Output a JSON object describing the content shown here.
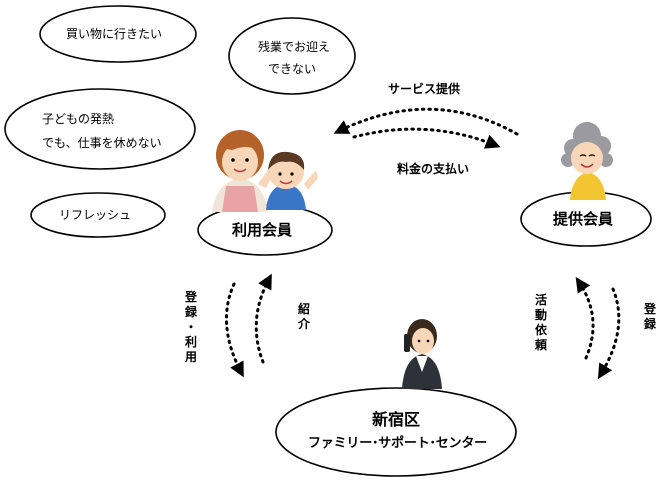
{
  "bubbles": {
    "shopping": "買い物に行きたい",
    "overtime_line1": "残業でお迎え",
    "overtime_line2": "できない",
    "fever_line1": "子どもの発熱",
    "fever_line2": "でも、仕事を休めない",
    "refresh": "リフレッシュ"
  },
  "nodes": {
    "user_member": "利用会員",
    "provider_member": "提供会員",
    "center_line1": "新宿区",
    "center_line2": "ファミリー･サポート･センター"
  },
  "edges": {
    "service": "サービス提供",
    "payment": "料金の支払い",
    "register_use": [
      "登",
      "録",
      "・",
      "利",
      "用"
    ],
    "introduce": [
      "紹",
      "介"
    ],
    "activity_request": [
      "活",
      "動",
      "依",
      "頼"
    ],
    "register": [
      "登",
      "録"
    ]
  },
  "colors": {
    "line": "#000000",
    "skin": "#f8d6b8",
    "mother_hair": "#b4612a",
    "mother_shirt": "#f0e6d8",
    "mother_apron": "#e9a2a6",
    "child_hair": "#5a3a22",
    "child_shirt": "#3a76c8",
    "elder_hair": "#9a9aa0",
    "elder_shirt": "#f2c531",
    "operator_hair": "#3a2a1e",
    "operator_suit": "#2f3138"
  }
}
